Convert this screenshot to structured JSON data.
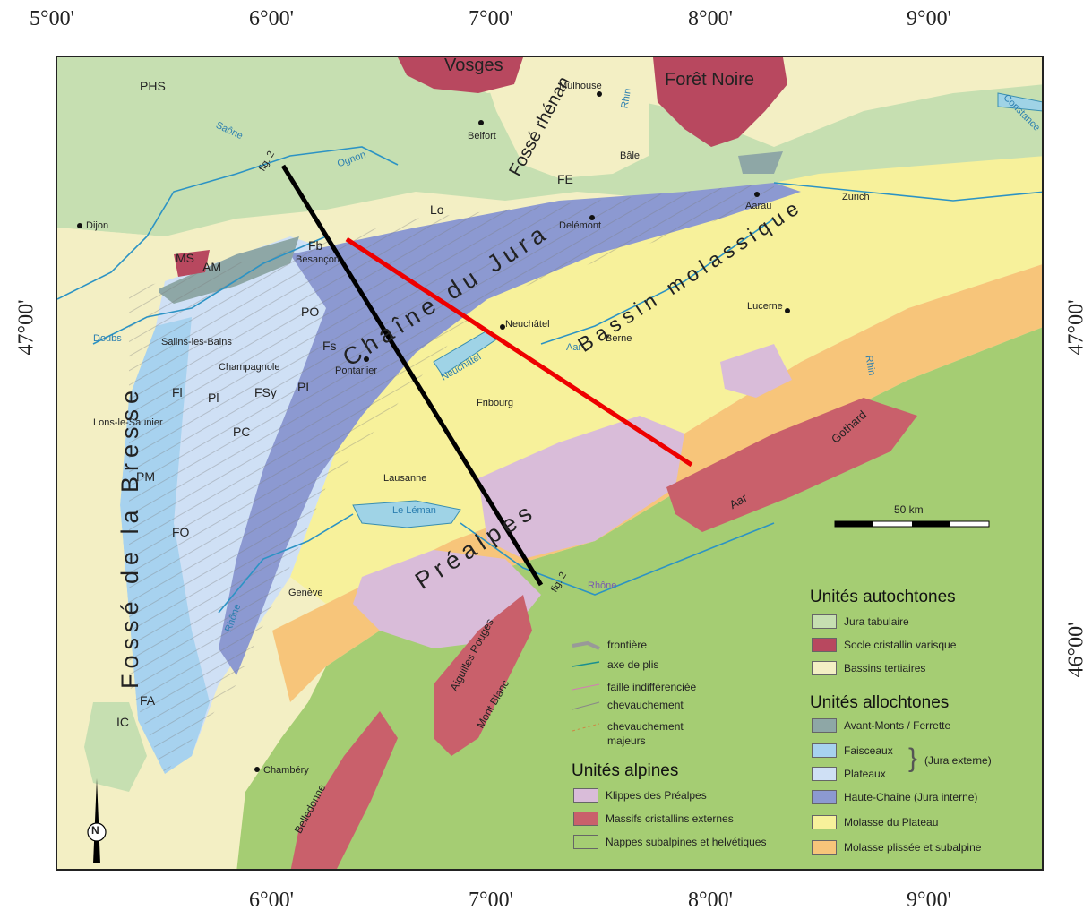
{
  "coords": {
    "top": [
      "5°00'",
      "6°00'",
      "7°00'",
      "8°00'",
      "9°00'"
    ],
    "bottom": [
      "6°00'",
      "7°00'",
      "8°00'",
      "9°00'"
    ],
    "left": [
      "47°00'"
    ],
    "right": [
      "47°00'",
      "46°00'"
    ]
  },
  "regions": {
    "vosges": "Vosges",
    "foret_noire": "Forêt Noire",
    "fosse_rhenan": "Fossé rhénan",
    "fosse_bresse": "Fossé de la Bresse",
    "chaine_jura": "Chaîne du Jura",
    "bassin": "Bassin molassique",
    "prealpes": "Préalpes",
    "aar": "Aar",
    "gothard": "Gothard",
    "aiguilles": "Aiguilles Rouges",
    "mont_blanc": "Mont Blanc",
    "belledonne": "Belledonne"
  },
  "codes": {
    "phs": "PHS",
    "ms": "MS",
    "am": "AM",
    "fb": "Fb",
    "lo": "Lo",
    "fe": "FE",
    "po": "PO",
    "fs": "Fs",
    "pl": "PL",
    "fsy": "FSy",
    "pi": "Pl",
    "fl": "Fl",
    "pc": "PC",
    "pm": "PM",
    "fo": "FO",
    "fa": "FA",
    "ic": "IC"
  },
  "cities": {
    "dijon": "Dijon",
    "besancon": "Besançon",
    "belfort": "Belfort",
    "mulhouse": "Mulhouse",
    "bale": "Bâle",
    "delemont": "Delémont",
    "aarau": "Aarau",
    "zurich": "Zurich",
    "lucerne": "Lucerne",
    "neuchatel": "Neuchâtel",
    "berne": "Berne",
    "fribourg": "Fribourg",
    "lausanne": "Lausanne",
    "geneve": "Genève",
    "pontarlier": "Pontarlier",
    "salins": "Salins-les-Bains",
    "champagnole": "Champagnole",
    "lons": "Lons-le-Saunier",
    "chambery": "Chambéry"
  },
  "water": {
    "saone": "Saône",
    "ognon": "Ognon",
    "doubs": "Doubs",
    "rhin": "Rhin",
    "aar": "Aar",
    "neuchatel_lake": "Neuchâtel",
    "leman": "Le Léman",
    "rhone_a": "Rhône",
    "rhone_b": "Rhône",
    "constance": "Constance",
    "rhin_b": "Rhin"
  },
  "fig": {
    "north": "fig. 2",
    "south": "fig. 2"
  },
  "scale": "50 km",
  "north": "N",
  "legend_symbols": {
    "frontiere": "frontière",
    "axe": "axe de plis",
    "faille": "faille indifférenciée",
    "chevauchement": "chevauchement",
    "chev_majeurs_1": "chevauchement",
    "chev_majeurs_2": "majeurs"
  },
  "legend_alpines": {
    "title": "Unités alpines",
    "items": [
      {
        "label": "Klippes des Préalpes",
        "color": "#d9bcd9"
      },
      {
        "label": "Massifs cristallins externes",
        "color": "#c9606b"
      },
      {
        "label": "Nappes subalpines et helvétiques",
        "color": "#a5cd73"
      }
    ]
  },
  "legend_autochtones": {
    "title": "Unités autochtones",
    "items": [
      {
        "label": "Jura tabulaire",
        "color": "#c6dfb1"
      },
      {
        "label": "Socle cristallin varisque",
        "color": "#b8485f"
      },
      {
        "label": "Bassins tertiaires",
        "color": "#f3efc4"
      }
    ]
  },
  "legend_allochtones": {
    "title": "Unités allochtones",
    "items": [
      {
        "label": "Avant-Monts / Ferrette",
        "color": "#8ea7a6"
      },
      {
        "label": "Faisceaux",
        "color": "#a7d2ef"
      },
      {
        "label": "Plateaux",
        "color": "#cfe0f5"
      },
      {
        "label": "Haute-Chaîne (Jura interne)",
        "color": "#8c99d1"
      },
      {
        "label": "Molasse du Plateau",
        "color": "#f7f19b"
      },
      {
        "label": "Molasse plissée et subalpine",
        "color": "#f7c57a"
      }
    ],
    "jura_externe": "(Jura externe)"
  }
}
